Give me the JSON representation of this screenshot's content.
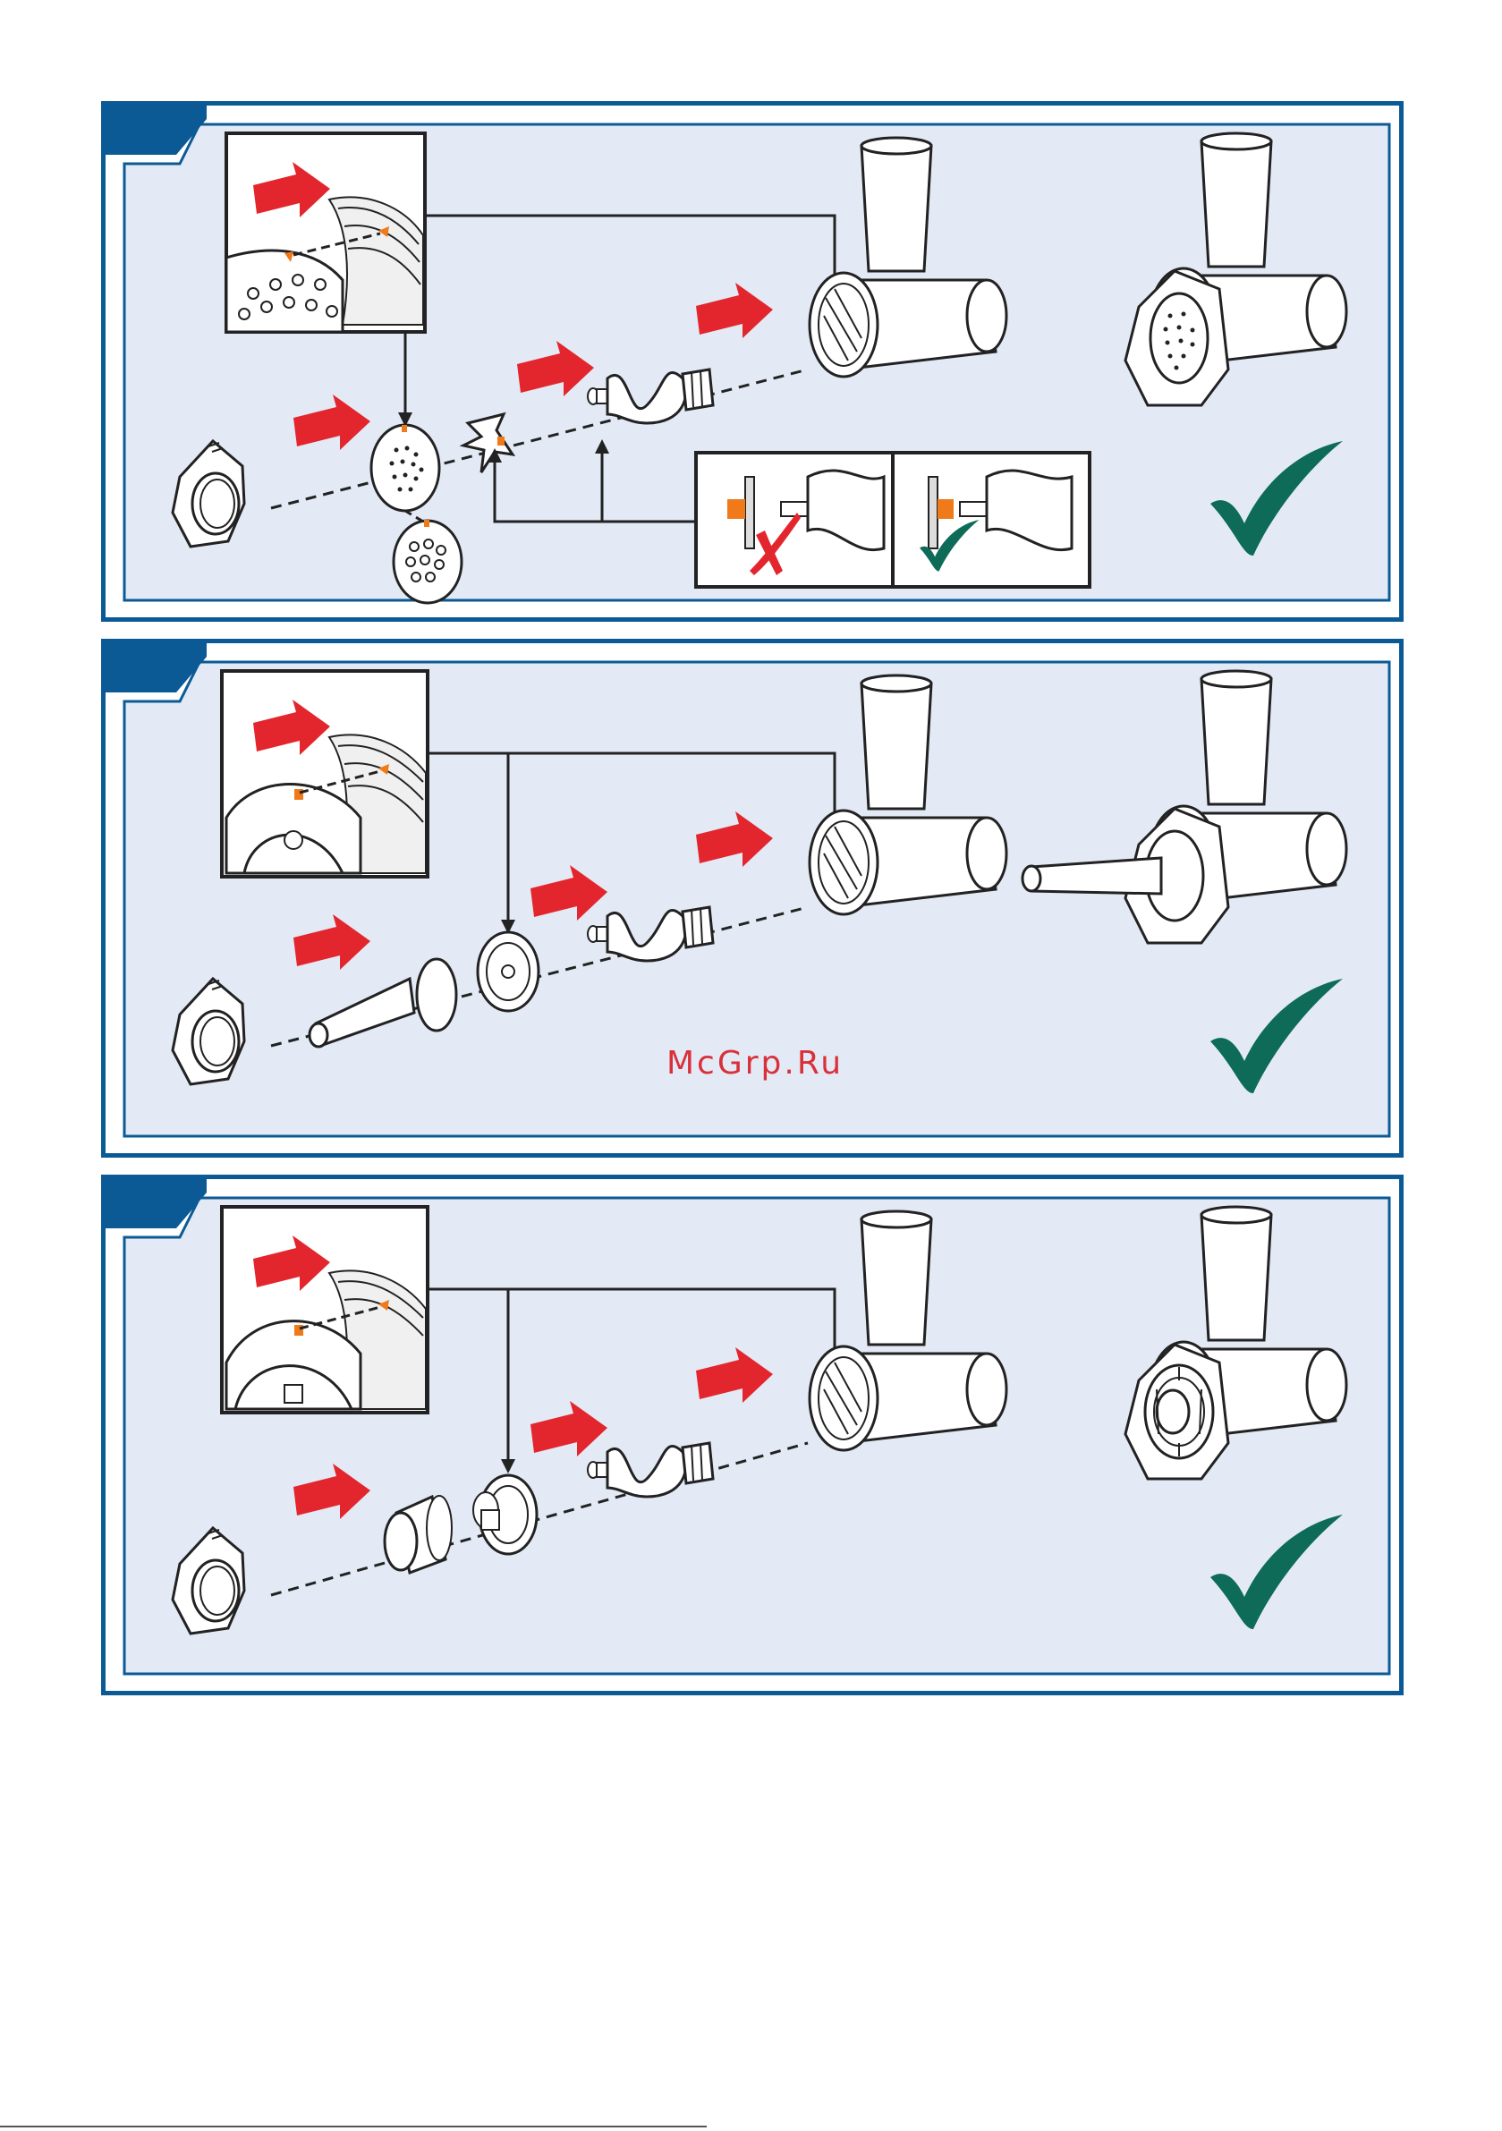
{
  "colors": {
    "frame_blue": "#0b5a96",
    "panel_bg": "#e3eaf5",
    "arrow_red": "#e3262d",
    "accent_orange": "#f07a1a",
    "check_green": "#0d6b57",
    "outline": "#222222"
  },
  "panels": [
    {
      "id": "step-1",
      "result": "mincer-with-perforated-disc",
      "check_icon": "check-icon"
    },
    {
      "id": "step-2",
      "result": "mincer-with-sausage-nozzle",
      "check_icon": "check-icon"
    },
    {
      "id": "step-3",
      "result": "mincer-with-shaping-attachment",
      "check_icon": "check-icon"
    }
  ],
  "assembly_detail": {
    "wrong_icon": "cross-icon",
    "right_icon": "check-icon"
  },
  "watermark": "McGrp.Ru"
}
